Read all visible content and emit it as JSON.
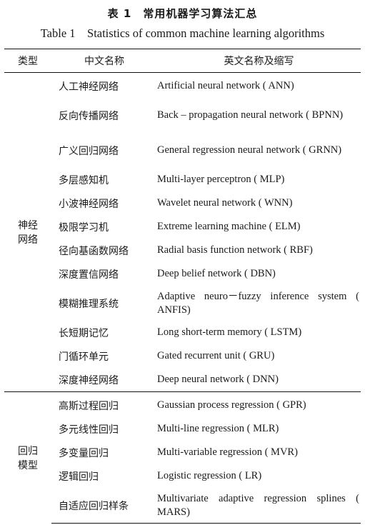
{
  "title_cn": "表 1　常用机器学习算法汇总",
  "title_en": "Table 1　Statistics of common machine learning algorithms",
  "headers": [
    "类型",
    "中文名称",
    "英文名称及缩写"
  ],
  "groups": [
    {
      "type": "神经网络",
      "rows": [
        {
          "cn": "人工神经网络",
          "en": "Artificial neural network ( ANN)"
        },
        {
          "cn": "反向传播网络",
          "en": "Back – propagation neural network ( BPNN)"
        },
        {
          "cn": "广义回归网络",
          "en": "General regression neural network ( GRNN)"
        },
        {
          "cn": "多层感知机",
          "en": "Multi-layer perceptron ( MLP)"
        },
        {
          "cn": "小波神经网络",
          "en": "Wavelet neural network ( WNN)"
        },
        {
          "cn": "极限学习机",
          "en": "Extreme learning machine ( ELM)"
        },
        {
          "cn": "径向基函数网络",
          "en": "Radial basis function network ( RBF)"
        },
        {
          "cn": "深度置信网络",
          "en": "Deep belief network ( DBN)"
        },
        {
          "cn": "模糊推理系统",
          "en": "Adaptive neuro－fuzzy inference system ( ANFIS)"
        },
        {
          "cn": "长短期记忆",
          "en": "Long short-term memory ( LSTM)"
        },
        {
          "cn": "门循环单元",
          "en": "Gated recurrent unit ( GRU)"
        },
        {
          "cn": "深度神经网络",
          "en": "Deep neural network ( DNN)"
        }
      ]
    },
    {
      "type": "回归模型",
      "rows": [
        {
          "cn": "高斯过程回归",
          "en": "Gaussian process regression ( GPR)"
        },
        {
          "cn": "多元线性回归",
          "en": "Multi-line regression ( MLR)"
        },
        {
          "cn": "多变量回归",
          "en": "Multi-variable regression ( MVR)"
        },
        {
          "cn": "逻辑回归",
          "en": "Logistic regression ( LR)"
        },
        {
          "cn": "自适应回归样条",
          "en": "Multivariate adaptive regression splines ( MARS)"
        }
      ]
    }
  ]
}
